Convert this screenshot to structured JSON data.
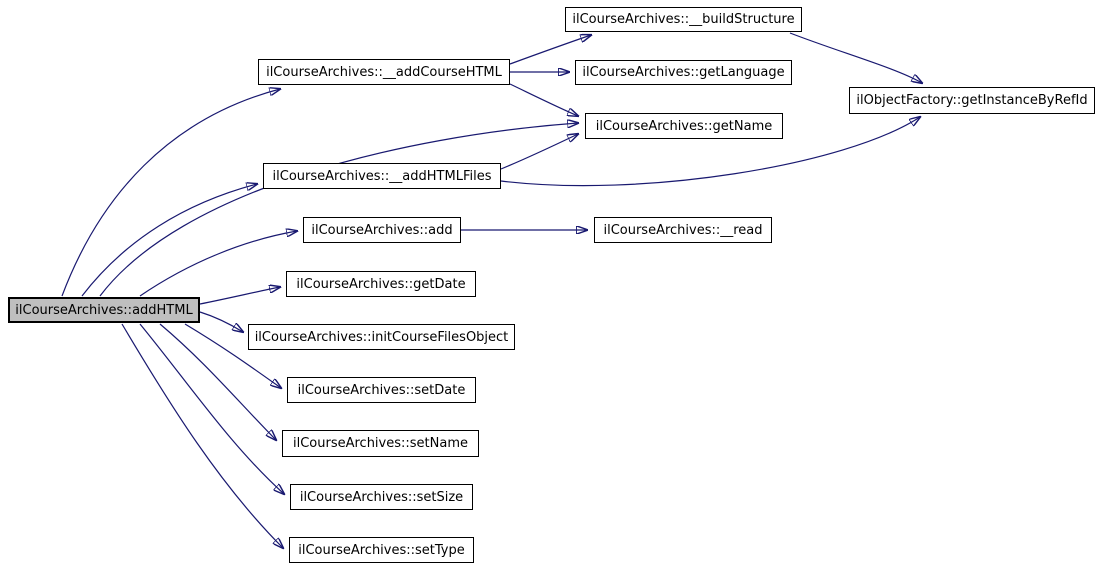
{
  "diagram": {
    "type": "call-graph",
    "focus_function": "ilCourseArchives::addHTML",
    "colors": {
      "edge": "#191970",
      "node_border": "#000000",
      "node_fill": "#ffffff",
      "highlight_fill": "#bfbfbf",
      "background": "#ffffff"
    },
    "nodes": [
      {
        "id": "addHTML",
        "label": "ilCourseArchives::addHTML",
        "highlighted": true
      },
      {
        "id": "addCourseHTML",
        "label": "ilCourseArchives::__addCourseHTML",
        "highlighted": false
      },
      {
        "id": "buildStructure",
        "label": "ilCourseArchives::__buildStructure",
        "highlighted": false
      },
      {
        "id": "getLanguage",
        "label": "ilCourseArchives::getLanguage",
        "highlighted": false
      },
      {
        "id": "getName",
        "label": "ilCourseArchives::getName",
        "highlighted": false
      },
      {
        "id": "addHTMLFiles",
        "label": "ilCourseArchives::__addHTMLFiles",
        "highlighted": false
      },
      {
        "id": "add",
        "label": "ilCourseArchives::add",
        "highlighted": false
      },
      {
        "id": "read",
        "label": "ilCourseArchives::__read",
        "highlighted": false
      },
      {
        "id": "getDate",
        "label": "ilCourseArchives::getDate",
        "highlighted": false
      },
      {
        "id": "initCourseFilesObject",
        "label": "ilCourseArchives::initCourseFilesObject",
        "highlighted": false
      },
      {
        "id": "setDate",
        "label": "ilCourseArchives::setDate",
        "highlighted": false
      },
      {
        "id": "setName",
        "label": "ilCourseArchives::setName",
        "highlighted": false
      },
      {
        "id": "setSize",
        "label": "ilCourseArchives::setSize",
        "highlighted": false
      },
      {
        "id": "setType",
        "label": "ilCourseArchives::setType",
        "highlighted": false
      },
      {
        "id": "getInstanceByRefId",
        "label": "ilObjectFactory::getInstanceByRefId",
        "highlighted": false
      }
    ],
    "edges": [
      {
        "from": "addHTML",
        "to": "addCourseHTML"
      },
      {
        "from": "addHTML",
        "to": "getName"
      },
      {
        "from": "addHTML",
        "to": "addHTMLFiles"
      },
      {
        "from": "addHTML",
        "to": "add"
      },
      {
        "from": "addHTML",
        "to": "getDate"
      },
      {
        "from": "addHTML",
        "to": "initCourseFilesObject"
      },
      {
        "from": "addHTML",
        "to": "setDate"
      },
      {
        "from": "addHTML",
        "to": "setName"
      },
      {
        "from": "addHTML",
        "to": "setSize"
      },
      {
        "from": "addHTML",
        "to": "setType"
      },
      {
        "from": "addCourseHTML",
        "to": "buildStructure"
      },
      {
        "from": "addCourseHTML",
        "to": "getLanguage"
      },
      {
        "from": "addCourseHTML",
        "to": "getName"
      },
      {
        "from": "addHTMLFiles",
        "to": "getName"
      },
      {
        "from": "addHTMLFiles",
        "to": "getInstanceByRefId"
      },
      {
        "from": "buildStructure",
        "to": "getInstanceByRefId"
      },
      {
        "from": "add",
        "to": "read"
      }
    ]
  }
}
